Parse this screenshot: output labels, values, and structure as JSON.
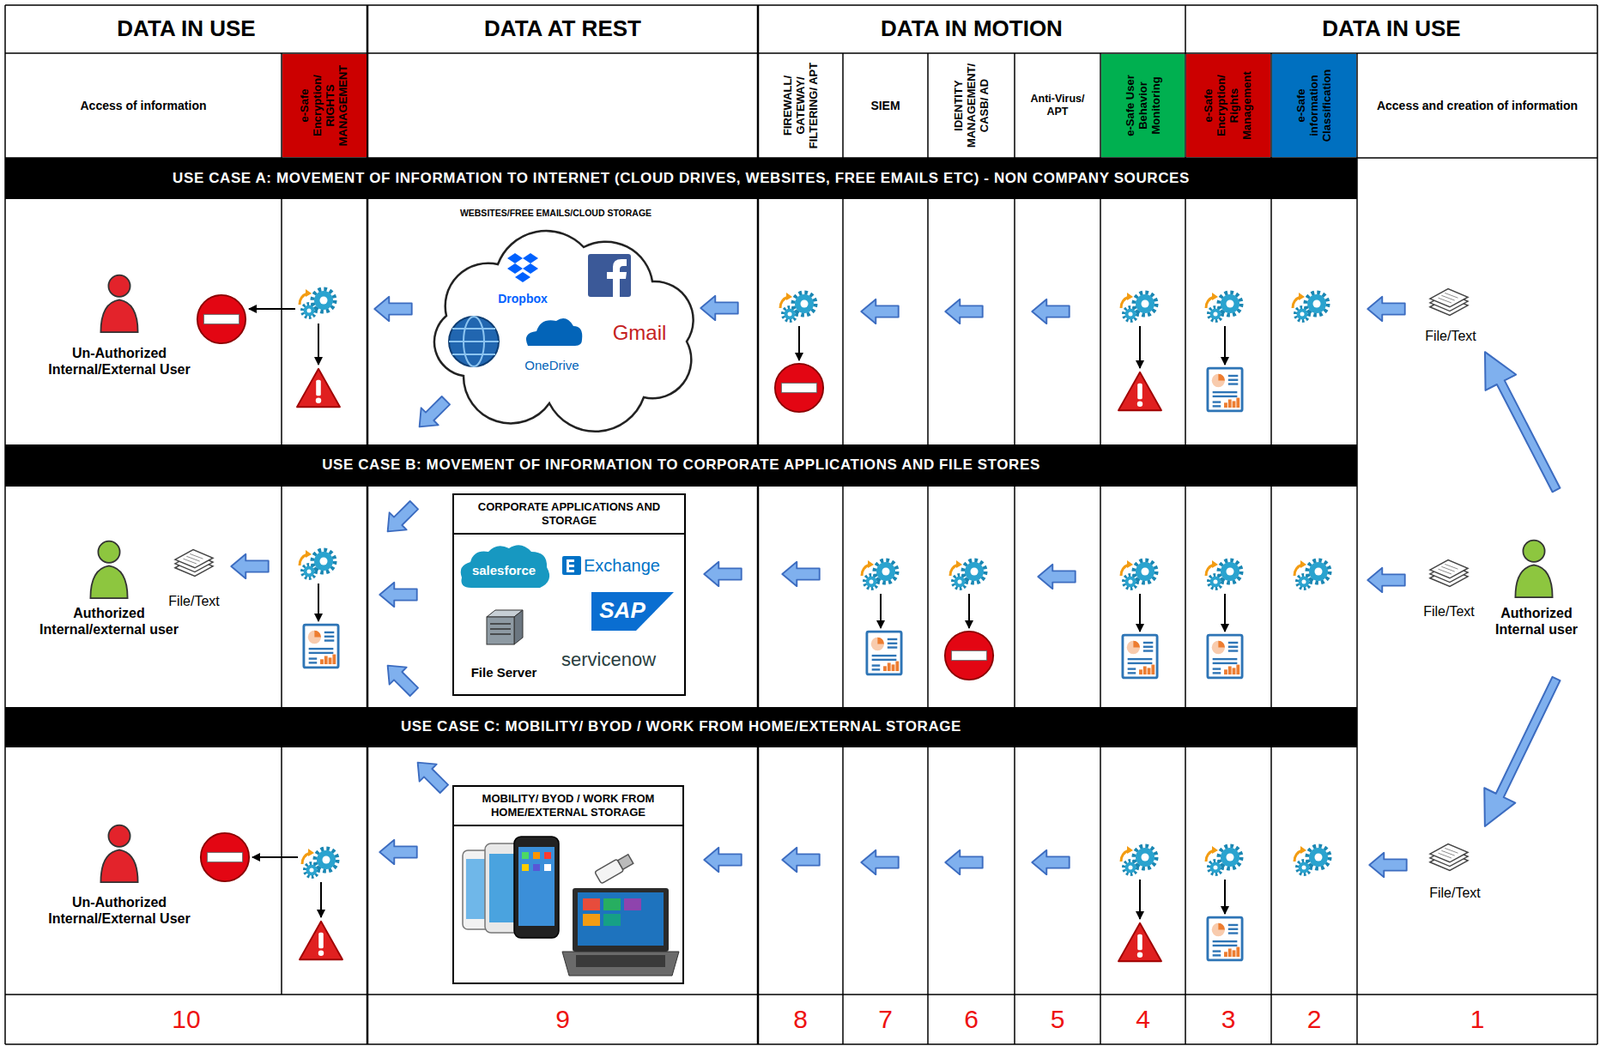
{
  "diagram": {
    "nodes": [
      {
        "text": [
          "DATA IN USE"
        ]
      },
      {
        "text": [
          "DATA AT REST"
        ]
      },
      {
        "text": [
          "DATA IN MOTION"
        ]
      },
      {
        "text": [
          "DATA IN USE"
        ]
      },
      {
        "text": [
          "Access of information"
        ]
      },
      {
        "text": [
          "e-Safe Encryption/ RIGHTS MANAGEMENT"
        ]
      },
      {
        "text": [
          "FIREWALL/ GATEWAY/ FILTERING/ APT"
        ]
      },
      {
        "text": [
          "SIEM"
        ]
      },
      {
        "text": [
          "IDENTITY MANAGEMENT/ CASB/ AD"
        ]
      },
      {
        "text": [
          "Anti-Virus/ APT"
        ]
      },
      {
        "text": [
          "e-Safe User Behavior Monitoring"
        ]
      },
      {
        "text": [
          "e-Safe Encryption/ Rights Management"
        ]
      },
      {
        "text": [
          "e-Safe information Classification"
        ]
      },
      {
        "text": [
          "Access and creation of information"
        ]
      },
      {
        "text": [
          "USE CASE A: MOVEMENT OF INFORMATION TO INTERNET (CLOUD DRIVES, WEBSITES, FREE EMAILS ETC) - NON COMPANY SOURCES"
        ]
      },
      {
        "text": [
          "WEBSITES/FREE EMAILS/CLOUD STORAGE",
          "Dropbox",
          "OneDrive",
          "Gmail"
        ]
      },
      {
        "text": [
          "USE CASE B: MOVEMENT OF INFORMATION TO CORPORATE APPLICATIONS AND FILE STORES"
        ]
      },
      {
        "text": [
          "CORPORATE APPLICATIONS AND STORAGE",
          "salesforce",
          "Exchange",
          "SAP",
          "servicenow",
          "File Server"
        ]
      },
      {
        "text": [
          "USE CASE C: MOBILITY/ BYOD / WORK FROM HOME/EXTERNAL STORAGE"
        ]
      },
      {
        "text": [
          "MOBILITY/ BYOD / WORK FROM HOME/EXTERNAL STORAGE"
        ]
      },
      {
        "text": [
          "10"
        ]
      },
      {
        "text": [
          "9"
        ]
      },
      {
        "text": [
          "8"
        ]
      },
      {
        "text": [
          "7"
        ]
      },
      {
        "text": [
          "6"
        ]
      },
      {
        "text": [
          "5"
        ]
      },
      {
        "text": [
          "4"
        ]
      },
      {
        "text": [
          "3"
        ]
      },
      {
        "text": [
          "2"
        ]
      },
      {
        "text": [
          "1"
        ]
      }
    ],
    "labels": [
      "Un-Authorized Internal/External User",
      "File/Text",
      "Authorized Internal/external user",
      "File/Text",
      "File/Text",
      "Authorized Internal user",
      "Un-Authorized Internal/External User",
      "File/Text"
    ]
  }
}
